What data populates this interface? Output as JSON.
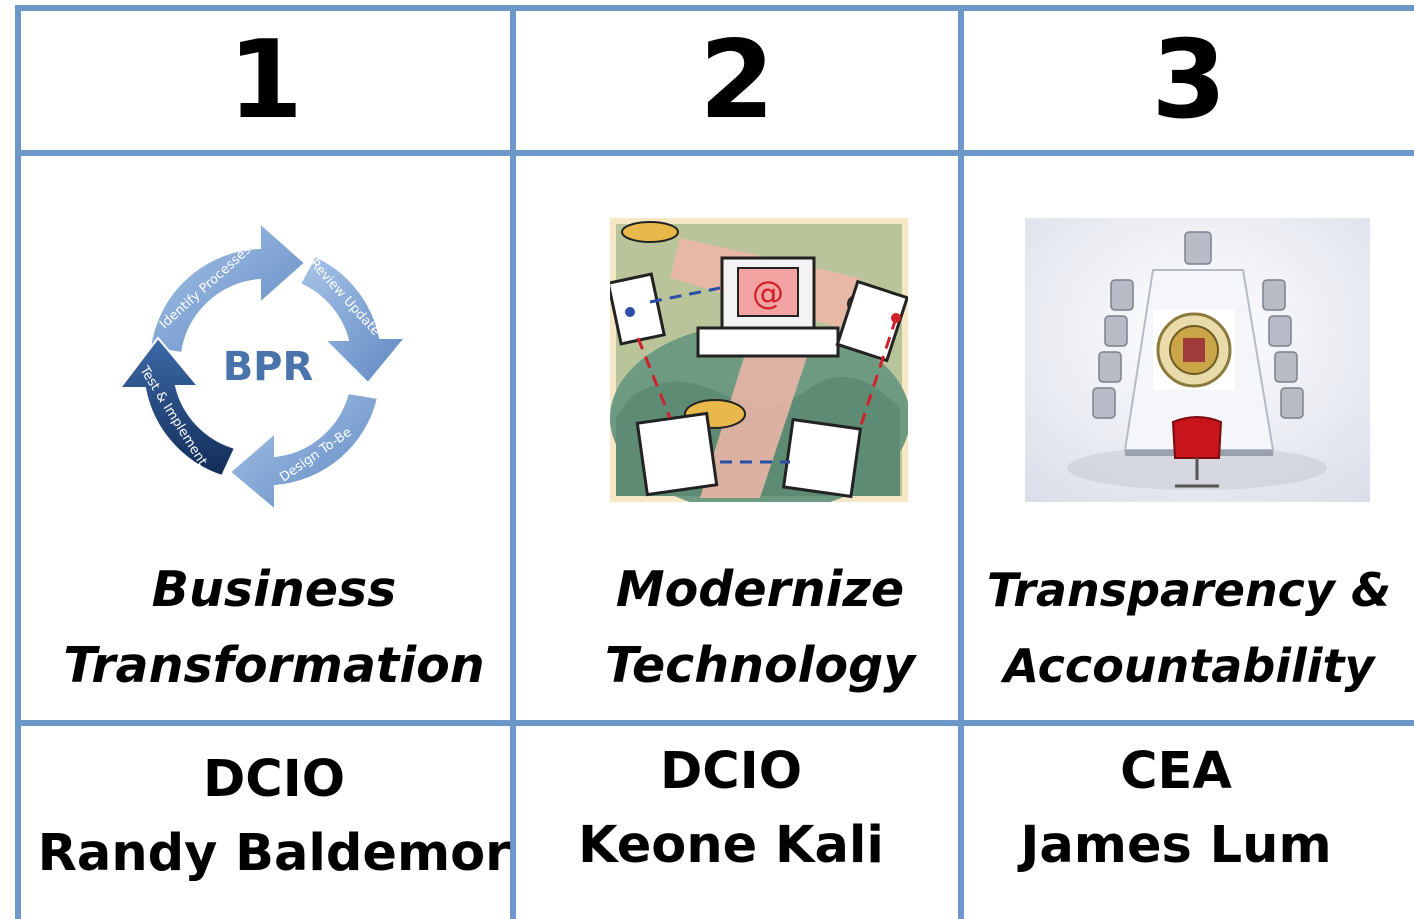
{
  "columns": [
    {
      "number": "1",
      "title_line1": "Business",
      "title_line2": "Transformation",
      "owner_role": "DCIO",
      "owner_name": "Randy Baldemor",
      "graphic": {
        "icon": "bpr-cycle-icon",
        "center_label": "BPR",
        "arrow_labels": [
          "Identify Processes",
          "Review Update",
          "Design To-Be",
          "Test & Implement"
        ]
      }
    },
    {
      "number": "2",
      "title_line1": "Modernize",
      "title_line2": "Technology",
      "owner_role": "DCIO",
      "owner_name": "Keone Kali",
      "graphic": {
        "icon": "network-clipart-icon",
        "symbol": "@"
      }
    },
    {
      "number": "3",
      "title_line1": "Transparency &",
      "title_line2": "Accountability",
      "owner_role": "CEA",
      "owner_name": "James Lum",
      "graphic": {
        "icon": "conference-table-icon",
        "seal_icon": "state-seal-icon"
      }
    }
  ],
  "colors": {
    "grid_line": "#6b98c9",
    "bpr_light": "#8fb1dd",
    "bpr_dark": "#1f3f73",
    "chair_red": "#c8141b"
  }
}
